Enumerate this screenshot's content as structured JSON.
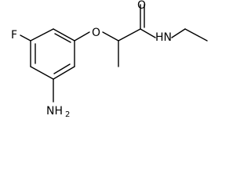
{
  "molecule": {
    "atoms": {
      "fluorine": "F",
      "ether_oxygen": "O",
      "amide_nitrogen": "HN",
      "carbonyl_oxygen": "O",
      "amino_group": "NH",
      "amino_group_subscript": "2"
    },
    "colors": {
      "bond": "#000000",
      "label": "#000000",
      "background": "#ffffff"
    }
  }
}
